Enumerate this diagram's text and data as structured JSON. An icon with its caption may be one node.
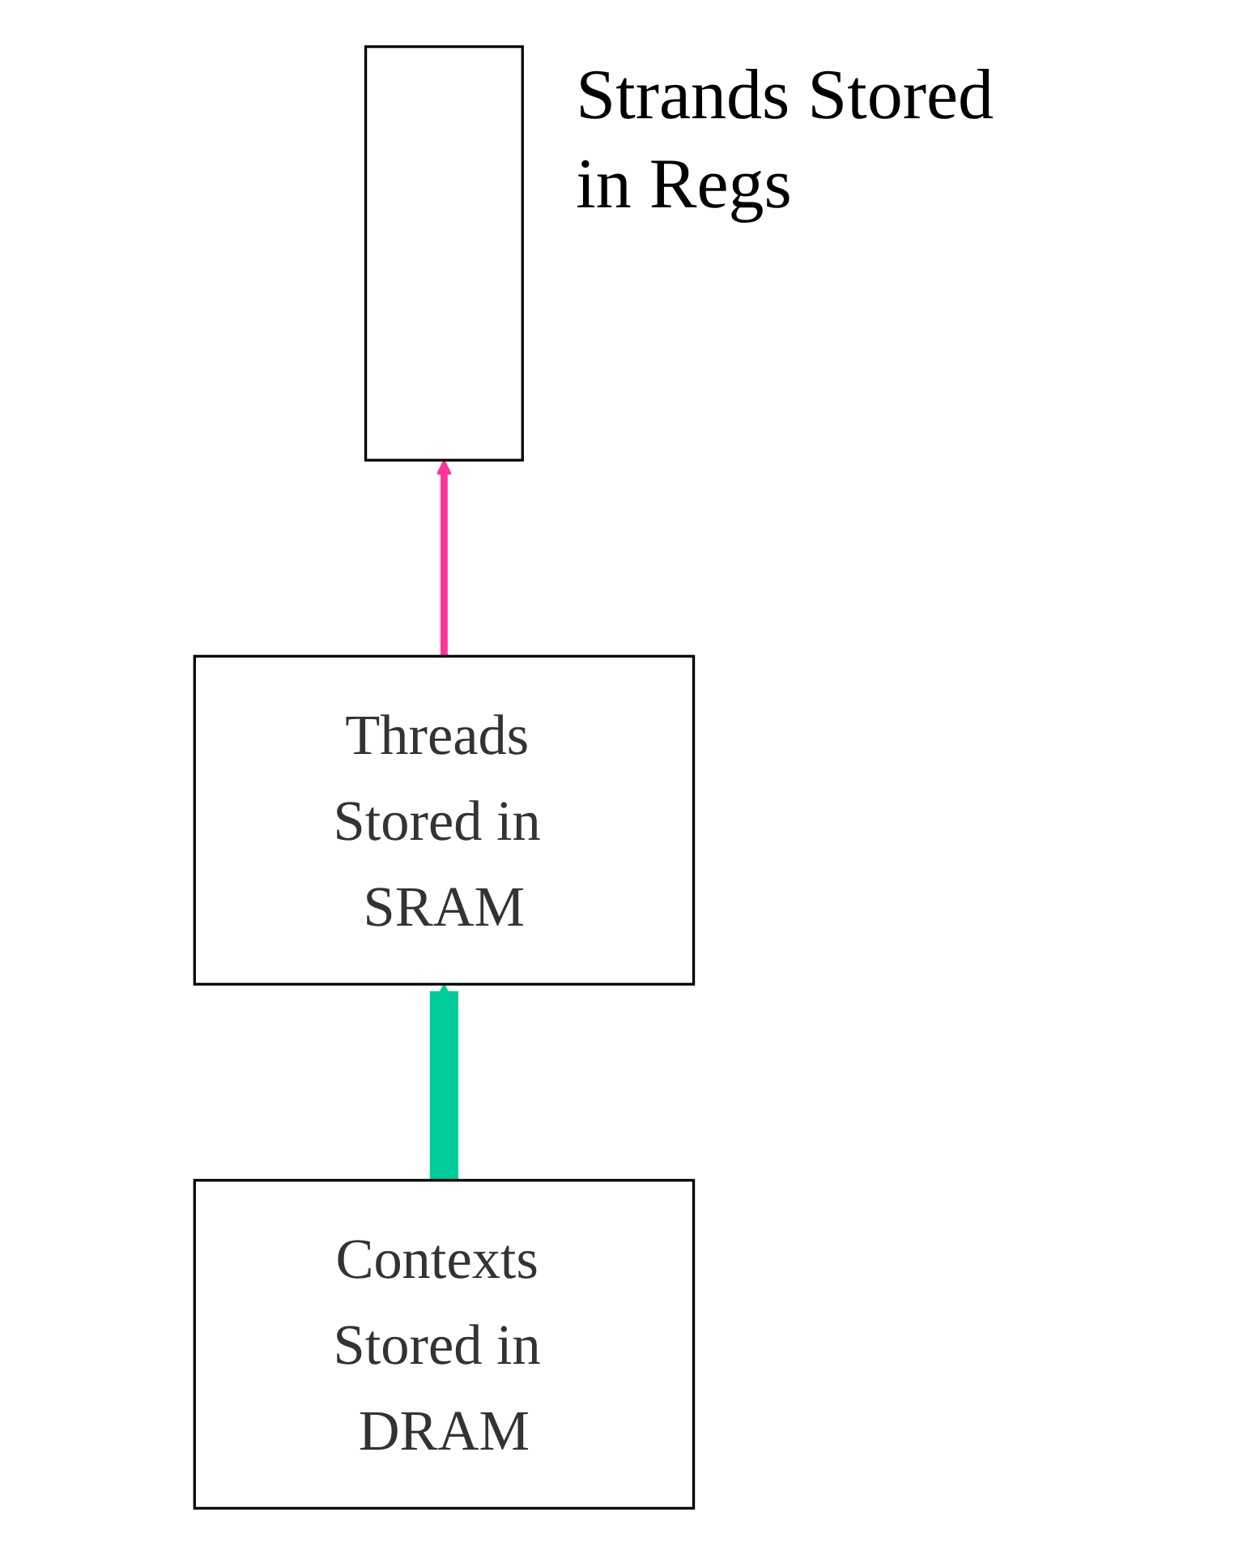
{
  "diagram": {
    "nodes": [
      {
        "text": [],
        "shape": "box",
        "beside": [
          "Strands Stored in Regs"
        ]
      },
      {
        "text": [
          "Threads Stored in SRAM"
        ]
      },
      {
        "text": [
          "Contexts Stored in DRAM"
        ]
      }
    ],
    "edges": [
      {
        "from": 1,
        "to": 0,
        "arrow": "to",
        "color": "#ff3399"
      },
      {
        "from": 2,
        "to": 1,
        "arrow": "to",
        "style": "thick",
        "color": "#00cc99"
      }
    ]
  }
}
